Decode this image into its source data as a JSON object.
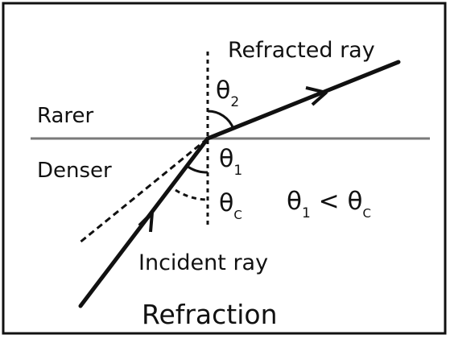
{
  "labels": {
    "refracted": "Refracted ray",
    "rarer": "Rarer",
    "denser": "Denser",
    "incident": "Incident ray",
    "caption": "Refraction"
  },
  "angles": {
    "theta2": {
      "symbol": "θ",
      "sub": "2"
    },
    "theta1": {
      "symbol": "θ",
      "sub": "1"
    },
    "thetaC": {
      "symbol": "θ",
      "sub": "C"
    }
  },
  "relation": {
    "left_symbol": "θ",
    "left_sub": "1",
    "operator": " < ",
    "right_symbol": "θ",
    "right_sub": "C"
  },
  "colors": {
    "border": "#111111",
    "interface": "#7a7a7a",
    "ray": "#111111",
    "text": "#111111"
  }
}
